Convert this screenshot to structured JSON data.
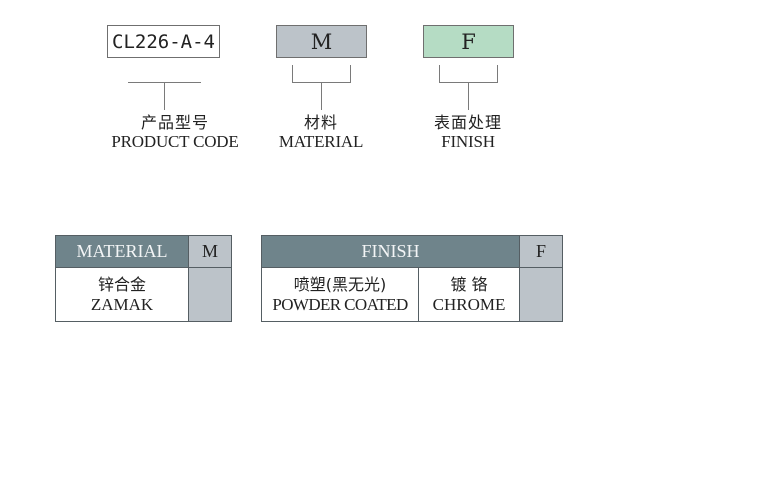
{
  "code_diagram": {
    "segments": [
      {
        "id": "product_code",
        "value": "CL226-A-4",
        "label_cn": "产品型号",
        "label_en": "PRODUCT CODE",
        "fill": "#ffffff"
      },
      {
        "id": "material",
        "value": "M",
        "label_cn": "材料",
        "label_en": "MATERIAL",
        "fill": "#bcc3c9"
      },
      {
        "id": "finish",
        "value": "F",
        "label_cn": "表面处理",
        "label_en": "FINISH",
        "fill": "#b5dcc4"
      }
    ]
  },
  "material_table": {
    "header": "MATERIAL",
    "key": "M",
    "options": [
      {
        "cn": "锌合金",
        "en": "ZAMAK"
      }
    ]
  },
  "finish_table": {
    "header": "FINISH",
    "key": "F",
    "options": [
      {
        "cn": "喷塑(黑无光)",
        "en": "POWDER COATED"
      },
      {
        "cn": "镀 铬",
        "en": "CHROME"
      }
    ]
  },
  "colors": {
    "header_bg": "#6f848b",
    "key_bg": "#bcc3c9",
    "finish_box": "#b5dcc4"
  }
}
